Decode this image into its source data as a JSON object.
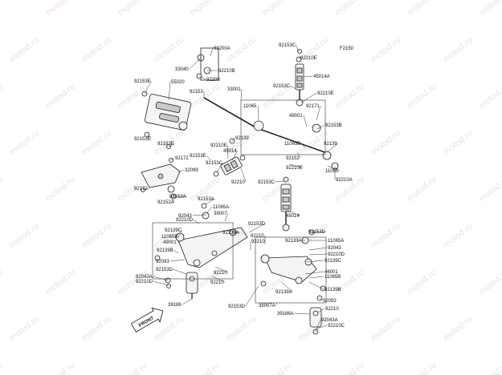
{
  "diagram_code": "F2150",
  "watermark": "motod.ru",
  "front_marker": "FRONT",
  "labels": [
    "92153C",
    "92210E",
    "92200A",
    "33040",
    "92210B",
    "92200",
    "92153C",
    "45014A",
    "92153E",
    "55020",
    "33001",
    "92153",
    "92210E",
    "11065",
    "92171",
    "49001",
    "92153B",
    "92153E",
    "92139",
    "92153E",
    "11065B",
    "92139",
    "92210E",
    "92153E",
    "45014",
    "92152",
    "92172",
    "92153C",
    "32099",
    "92210E",
    "11065",
    "92210A",
    "92210",
    "92172",
    "92152A",
    "92153A",
    "92152A",
    "92153C",
    "11065A",
    "39007",
    "45014",
    "92043",
    "92153D",
    "92210D",
    "92139C",
    "92210",
    "92153D",
    "11065B",
    "92139A",
    "11065A",
    "49001",
    "92139A",
    "92043",
    "92139B",
    "92210",
    "92210D",
    "92093",
    "92139C",
    "92153D",
    "46001",
    "92043A",
    "11065B",
    "92210D",
    "92210",
    "92210",
    "92139B",
    "92139A",
    "92093",
    "39186",
    "92153D",
    "39007A",
    "92210",
    "39186A",
    "92043A",
    "92210C"
  ]
}
